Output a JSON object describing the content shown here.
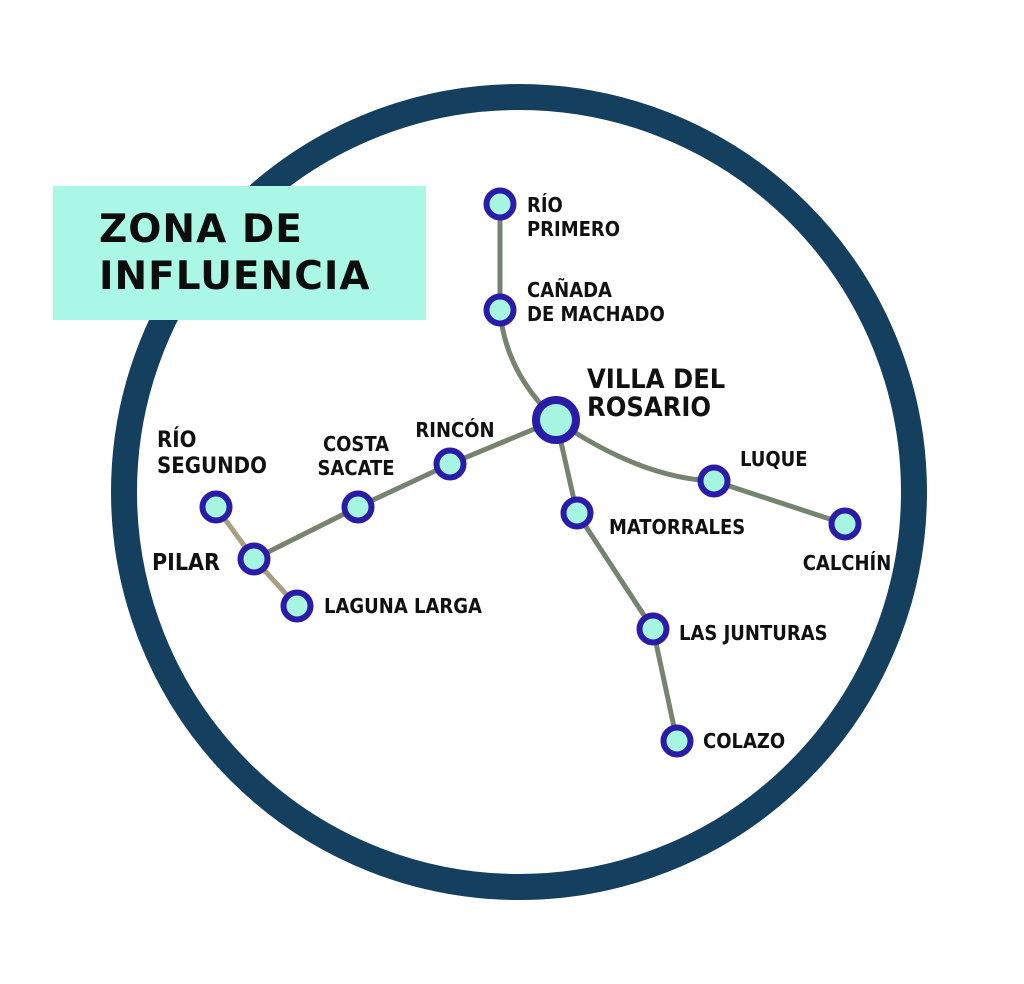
{
  "title": {
    "line1": "ZONA DE",
    "line2": "INFLUENCIA"
  },
  "colors": {
    "ring": "#153f5f",
    "route": "#76846f",
    "route_light": "#a89f84",
    "node_border": "#2a1ca8",
    "node_fill": "#a5f5e1",
    "title_bg": "#aaf7e5"
  },
  "towns": [
    {
      "id": "villa-del-rosario",
      "lines": [
        "VILLA DEL",
        "ROSARIO"
      ],
      "main": true
    },
    {
      "id": "rio-primero",
      "lines": [
        "RÍO",
        "PRIMERO"
      ]
    },
    {
      "id": "canada-de-machado",
      "lines": [
        "CAÑADA",
        "DE MACHADO"
      ]
    },
    {
      "id": "rincon",
      "lines": [
        "RINCÓN"
      ]
    },
    {
      "id": "costa-sacate",
      "lines": [
        "COSTA",
        "SACATE"
      ]
    },
    {
      "id": "rio-segundo",
      "lines": [
        "RÍO",
        "SEGUNDO"
      ]
    },
    {
      "id": "pilar",
      "lines": [
        "PILAR"
      ]
    },
    {
      "id": "laguna-larga",
      "lines": [
        "LAGUNA LARGA"
      ]
    },
    {
      "id": "luque",
      "lines": [
        "LUQUE"
      ]
    },
    {
      "id": "calchin",
      "lines": [
        "CALCHÍN"
      ]
    },
    {
      "id": "matorrales",
      "lines": [
        "MATORRALES"
      ]
    },
    {
      "id": "las-junturas",
      "lines": [
        "LAS JUNTURAS"
      ]
    },
    {
      "id": "colazo",
      "lines": [
        "COLAZO"
      ]
    }
  ],
  "connections": [
    [
      "rio-primero",
      "canada-de-machado"
    ],
    [
      "canada-de-machado",
      "villa-del-rosario"
    ],
    [
      "villa-del-rosario",
      "rincon"
    ],
    [
      "rincon",
      "costa-sacate"
    ],
    [
      "costa-sacate",
      "pilar"
    ],
    [
      "rio-segundo",
      "pilar"
    ],
    [
      "pilar",
      "laguna-larga"
    ],
    [
      "villa-del-rosario",
      "luque"
    ],
    [
      "luque",
      "calchin"
    ],
    [
      "villa-del-rosario",
      "matorrales"
    ],
    [
      "matorrales",
      "las-junturas"
    ],
    [
      "las-junturas",
      "colazo"
    ]
  ]
}
